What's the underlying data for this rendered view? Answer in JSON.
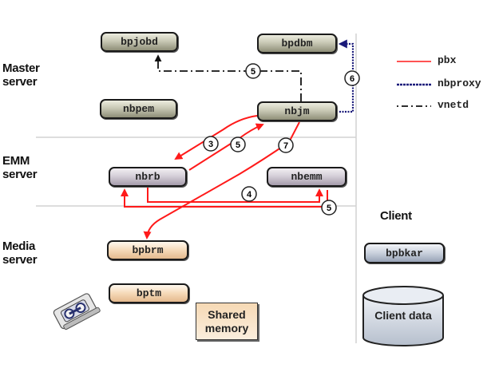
{
  "title": "NetBackup backup process flow",
  "zones": {
    "master": {
      "label": "Master\nserver"
    },
    "emm": {
      "label": "EMM\nserver"
    },
    "media": {
      "label": "Media\nserver"
    },
    "client": {
      "label": "Client"
    }
  },
  "processes": {
    "bpjobd": "bpjobd",
    "bpdbm": "bpdbm",
    "nbpem": "nbpem",
    "nbjm": "nbjm",
    "nbrb": "nbrb",
    "nbemm": "nbemm",
    "bpbrm": "bpbrm",
    "bptm": "bptm",
    "bpbkar": "bpbkar"
  },
  "shared_memory": "Shared\nmemory",
  "client_data": "Client data",
  "legend": [
    {
      "label": "pbx",
      "style": "solid",
      "color": "#ff1a1a"
    },
    {
      "label": "nbproxy",
      "style": "dotted",
      "color": "#1a1a7a"
    },
    {
      "label": "vnetd",
      "style": "dash-dot",
      "color": "#111111"
    }
  ],
  "connections": [
    {
      "step": "5",
      "from": "nbjm",
      "to": "bpjobd",
      "protocol": "vnetd"
    },
    {
      "step": "6",
      "from": "nbjm",
      "to": "bpdbm",
      "protocol": "nbproxy"
    },
    {
      "step": "3",
      "from": "nbjm",
      "to": "nbrb",
      "protocol": "pbx"
    },
    {
      "step": "5",
      "from": "nbrb",
      "to": "nbjm",
      "protocol": "pbx"
    },
    {
      "step": "7",
      "from": "nbjm",
      "to": "bpbrm",
      "protocol": "pbx"
    },
    {
      "step": "4",
      "from": "nbrb",
      "to": "nbemm",
      "protocol": "pbx"
    },
    {
      "step": "5",
      "from": "nbemm",
      "to": "nbrb",
      "protocol": "pbx"
    }
  ],
  "icons": {
    "tape": "tape-cartridge-icon",
    "database": "database-cylinder-icon"
  }
}
